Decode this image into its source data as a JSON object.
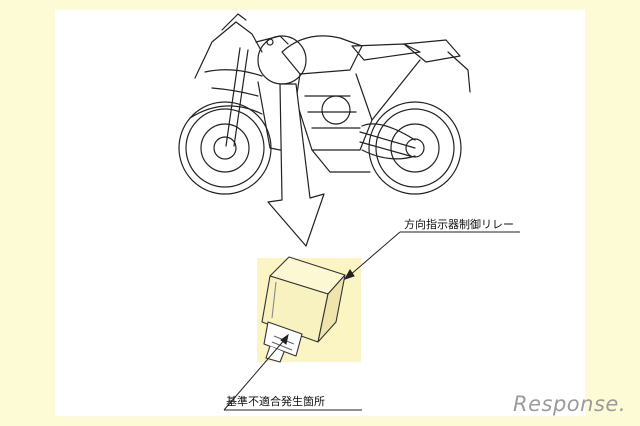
{
  "labels": {
    "relay": "方向指示器制御リレー",
    "defect_location": "基準不適合発生箇所"
  },
  "watermark": {
    "text": "Response."
  },
  "colors": {
    "background": "#fdfbd6",
    "panel": "#ffffff",
    "highlight": "#fbf5c4",
    "line": "#222222",
    "watermark": "#9b9b9b"
  },
  "icons": {
    "motorcycle": "motorcycle-line-drawing",
    "relay": "relay-box-drawing",
    "arrow": "down-arrow"
  }
}
